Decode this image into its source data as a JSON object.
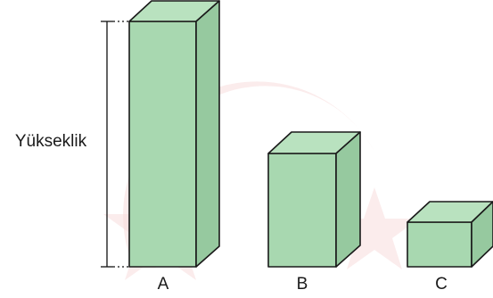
{
  "dimension_label": "Yükseklik",
  "boxes": [
    {
      "id": "A",
      "label": "A"
    },
    {
      "id": "B",
      "label": "B"
    },
    {
      "id": "C",
      "label": "C"
    }
  ],
  "colors": {
    "front_face": "#a8d8b0",
    "top_face": "#b9e2bf",
    "side_face": "#96c99f",
    "outline": "#1a1a1a",
    "watermark": "#f7dcdc"
  }
}
